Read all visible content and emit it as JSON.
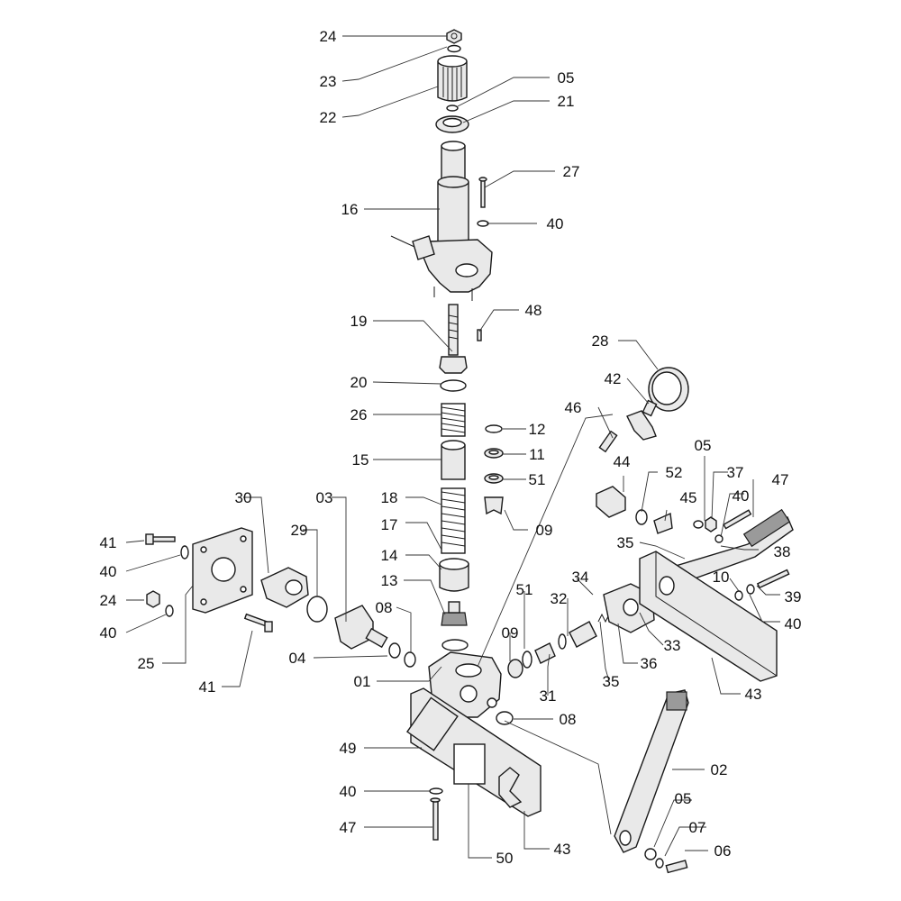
{
  "callouts": [
    {
      "id": "c24a",
      "text": "24"
    },
    {
      "id": "c23",
      "text": "23"
    },
    {
      "id": "c22",
      "text": "22"
    },
    {
      "id": "c05a",
      "text": "05"
    },
    {
      "id": "c21",
      "text": "21"
    },
    {
      "id": "c27",
      "text": "27"
    },
    {
      "id": "c16",
      "text": "16"
    },
    {
      "id": "c40a",
      "text": "40"
    },
    {
      "id": "c19",
      "text": "19"
    },
    {
      "id": "c48",
      "text": "48"
    },
    {
      "id": "c28",
      "text": "28"
    },
    {
      "id": "c20",
      "text": "20"
    },
    {
      "id": "c42",
      "text": "42"
    },
    {
      "id": "c26",
      "text": "26"
    },
    {
      "id": "c12",
      "text": "12"
    },
    {
      "id": "c46",
      "text": "46"
    },
    {
      "id": "c11",
      "text": "11"
    },
    {
      "id": "c05b",
      "text": "05"
    },
    {
      "id": "c15",
      "text": "15"
    },
    {
      "id": "c44",
      "text": "44"
    },
    {
      "id": "c52",
      "text": "52"
    },
    {
      "id": "c37",
      "text": "37"
    },
    {
      "id": "c47a",
      "text": "47"
    },
    {
      "id": "c51a",
      "text": "51"
    },
    {
      "id": "c30",
      "text": "30"
    },
    {
      "id": "c03",
      "text": "03"
    },
    {
      "id": "c18",
      "text": "18"
    },
    {
      "id": "c40b",
      "text": "40"
    },
    {
      "id": "c45",
      "text": "45"
    },
    {
      "id": "c29",
      "text": "29"
    },
    {
      "id": "c17",
      "text": "17"
    },
    {
      "id": "c09a",
      "text": "09"
    },
    {
      "id": "c41a",
      "text": "41"
    },
    {
      "id": "c35a",
      "text": "35"
    },
    {
      "id": "c38",
      "text": "38"
    },
    {
      "id": "c40c",
      "text": "40"
    },
    {
      "id": "c14",
      "text": "14"
    },
    {
      "id": "c34",
      "text": "34"
    },
    {
      "id": "c10",
      "text": "10"
    },
    {
      "id": "c13",
      "text": "13"
    },
    {
      "id": "c51b",
      "text": "51"
    },
    {
      "id": "c24b",
      "text": "24"
    },
    {
      "id": "c32",
      "text": "32"
    },
    {
      "id": "c39",
      "text": "39"
    },
    {
      "id": "c08a",
      "text": "08"
    },
    {
      "id": "c40d",
      "text": "40"
    },
    {
      "id": "c40e",
      "text": "40"
    },
    {
      "id": "c09b",
      "text": "09"
    },
    {
      "id": "c33",
      "text": "33"
    },
    {
      "id": "c04",
      "text": "04"
    },
    {
      "id": "c25",
      "text": "25"
    },
    {
      "id": "c36",
      "text": "36"
    },
    {
      "id": "c01",
      "text": "01"
    },
    {
      "id": "c35b",
      "text": "35"
    },
    {
      "id": "c41b",
      "text": "41"
    },
    {
      "id": "c31",
      "text": "31"
    },
    {
      "id": "c43a",
      "text": "43"
    },
    {
      "id": "c08b",
      "text": "08"
    },
    {
      "id": "c49",
      "text": "49"
    },
    {
      "id": "c02",
      "text": "02"
    },
    {
      "id": "c40f",
      "text": "40"
    },
    {
      "id": "c05c",
      "text": "05"
    },
    {
      "id": "c07",
      "text": "07"
    },
    {
      "id": "c47b",
      "text": "47"
    },
    {
      "id": "c43b",
      "text": "43"
    },
    {
      "id": "c06",
      "text": "06"
    },
    {
      "id": "c50",
      "text": "50"
    }
  ]
}
